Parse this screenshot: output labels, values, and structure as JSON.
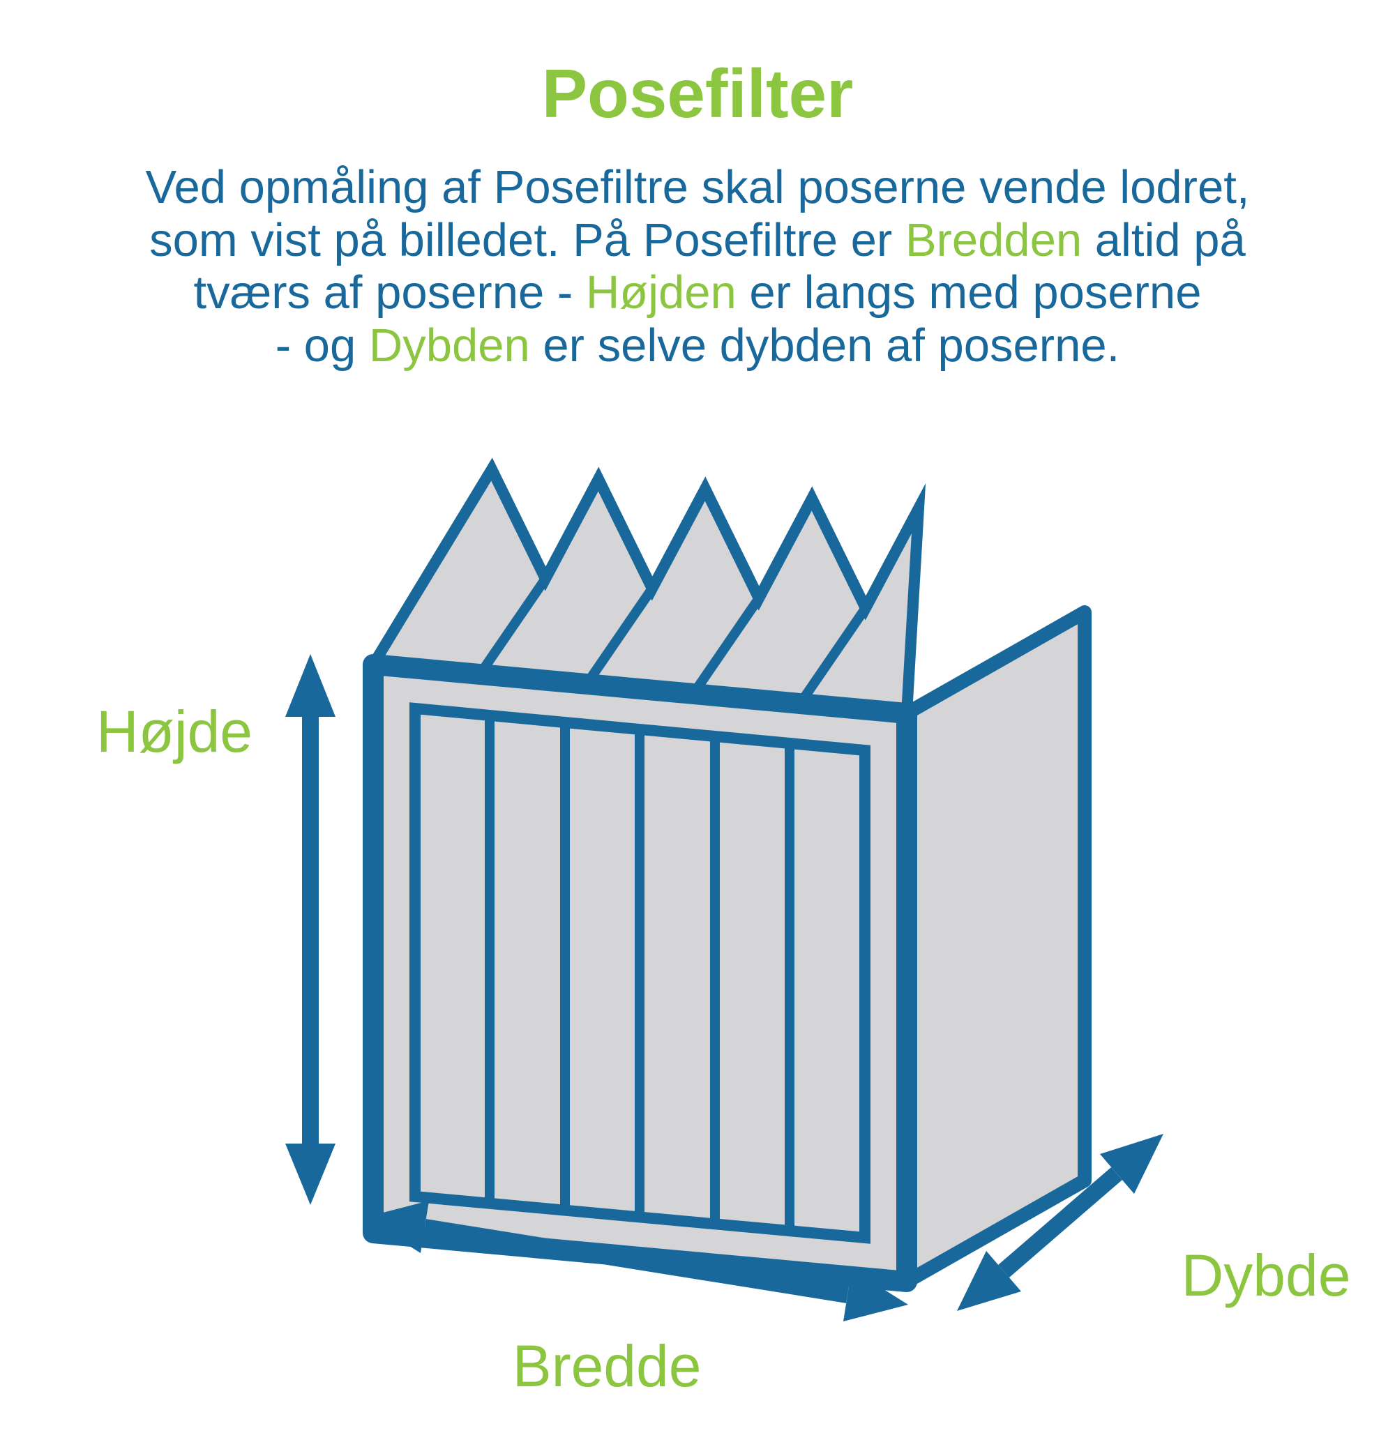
{
  "title": "Posefilter",
  "colors": {
    "green": "#8CC640",
    "blue": "#19689C",
    "gray": "#D5D5D7",
    "background": "#FFFFFF"
  },
  "intro": {
    "lines": [
      {
        "segments": [
          {
            "text": "Ved opmåling af Posefiltre skal poserne vende lodret,",
            "color": "blue"
          }
        ]
      },
      {
        "segments": [
          {
            "text": "som vist på billedet. På Posefiltre er ",
            "color": "blue"
          },
          {
            "text": "Bredden",
            "color": "green"
          },
          {
            "text": " altid på",
            "color": "blue"
          }
        ]
      },
      {
        "segments": [
          {
            "text": "tværs af poserne - ",
            "color": "blue"
          },
          {
            "text": "Højden",
            "color": "green"
          },
          {
            "text": " er langs med poserne",
            "color": "blue"
          }
        ]
      },
      {
        "segments": [
          {
            "text": "- og ",
            "color": "blue"
          },
          {
            "text": "Dybden",
            "color": "green"
          },
          {
            "text": " er selve dybden af poserne.",
            "color": "blue"
          }
        ]
      }
    ]
  },
  "diagram": {
    "illustration": "bag-filter",
    "pocket_count": 6,
    "bag_count": 5,
    "labels": {
      "height": "Højde",
      "width": "Bredde",
      "depth": "Dybde"
    }
  }
}
